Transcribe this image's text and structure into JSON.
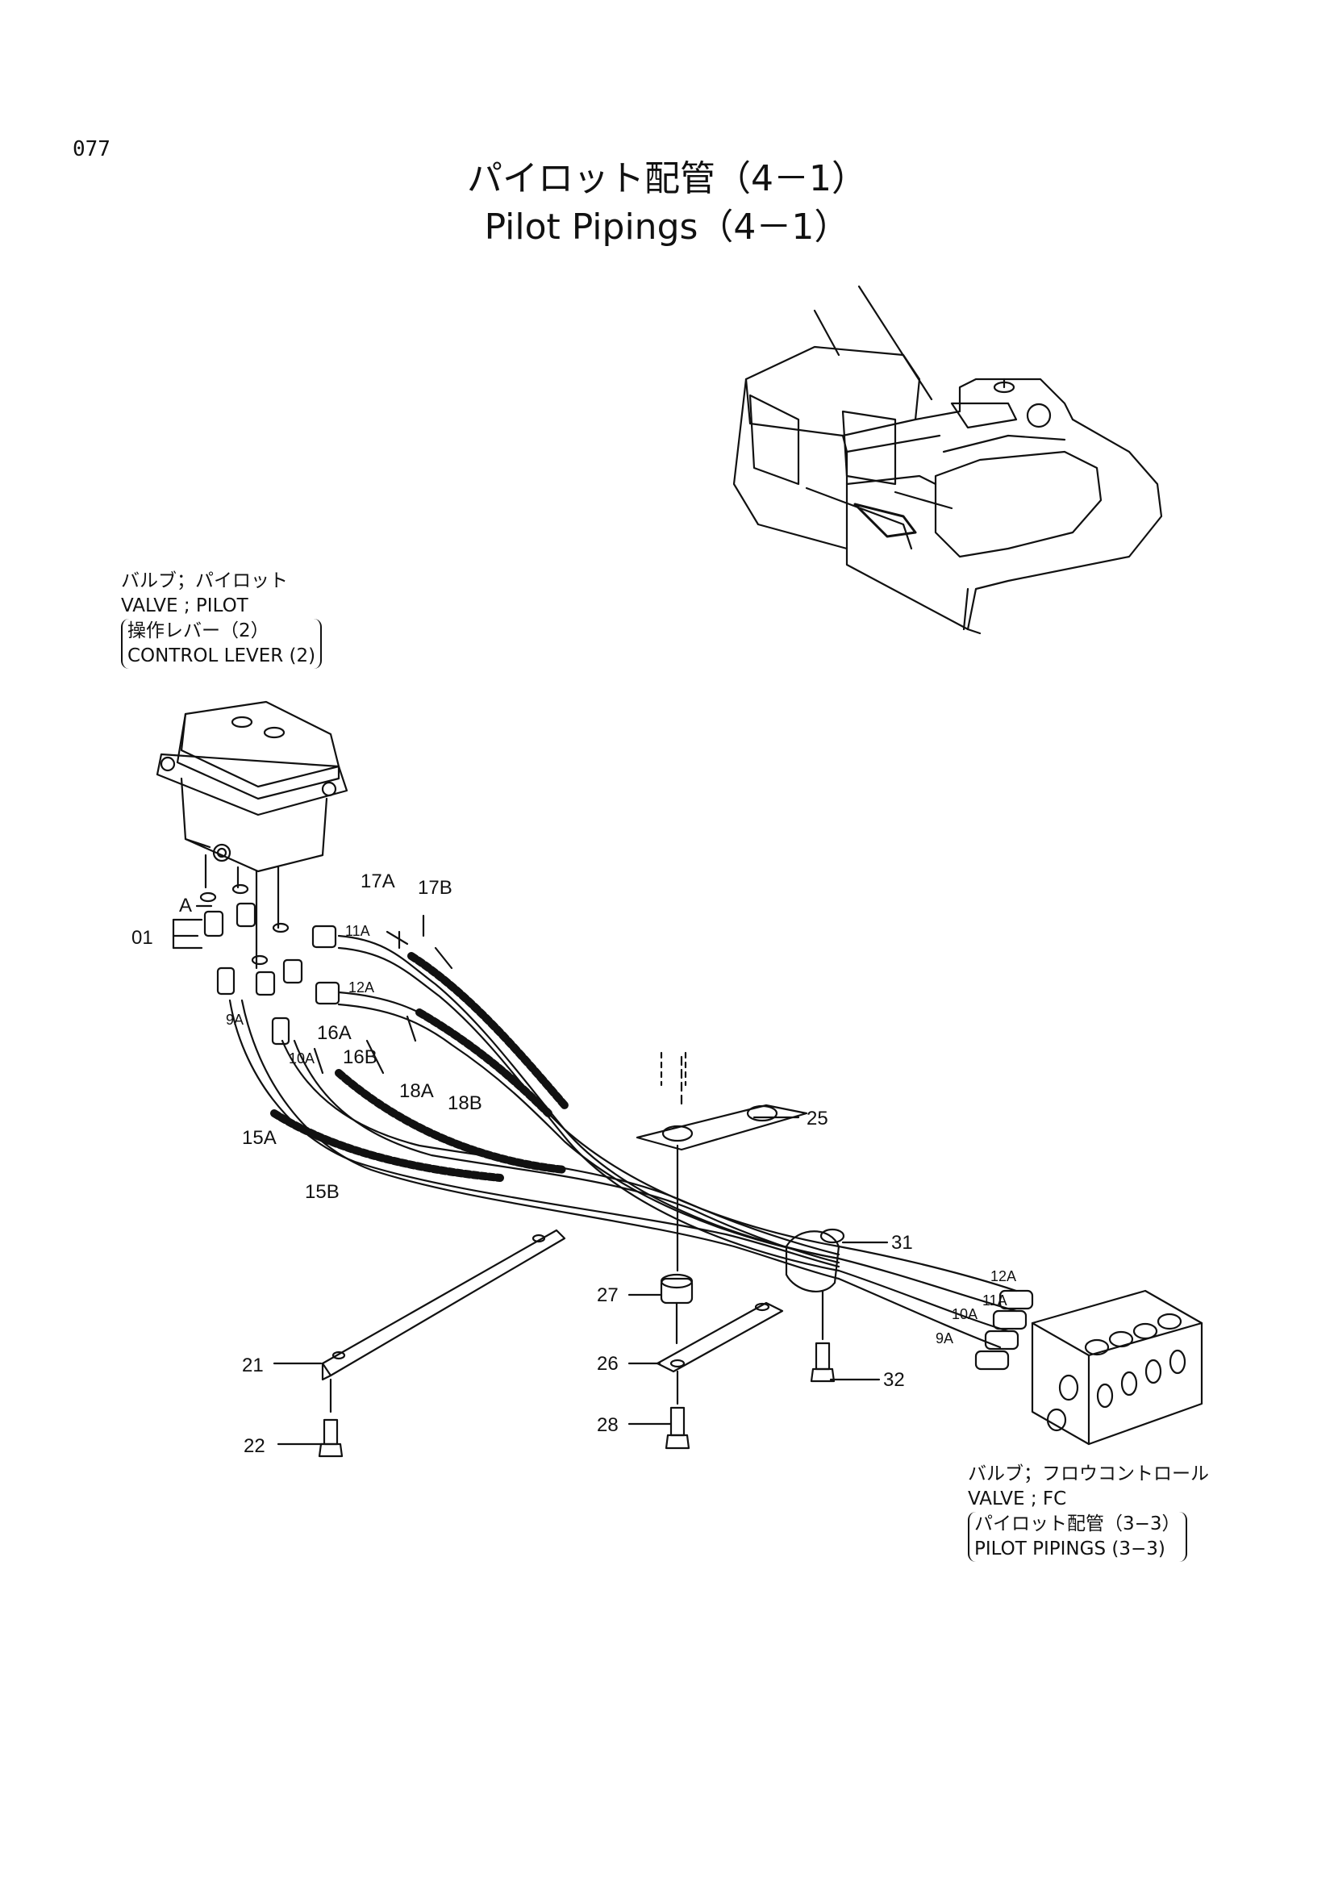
{
  "page": {
    "number": "077"
  },
  "title": {
    "jp": "パイロット配管（4－1）",
    "en": "Pilot Pipings（4－1）"
  },
  "notes": {
    "pilot_valve": {
      "line1": "バルブ；パイロット",
      "line2": "VALVE ; PILOT",
      "ref_jp": "操作レバー（2）",
      "ref_en": "CONTROL LEVER (2)"
    },
    "fc_valve": {
      "line1": "バルブ；フロウコントロール",
      "line2": "VALVE ; FC",
      "ref_jp": "パイロット配管（3−3）",
      "ref_en": "PILOT PIPINGS (3−3)"
    }
  },
  "callouts": {
    "c01": "01",
    "cA": "A",
    "c9A_top": "9A",
    "c10A_top": "10A",
    "c11A_top": "11A",
    "c12A_top": "12A",
    "c15A": "15A",
    "c15B": "15B",
    "c16A": "16A",
    "c16B": "16B",
    "c17A": "17A",
    "c17B": "17B",
    "c18A": "18A",
    "c18B": "18B",
    "c21": "21",
    "c22": "22",
    "c25": "25",
    "c26": "26",
    "c27": "27",
    "c28": "28",
    "c31": "31",
    "c32": "32",
    "c12A_right": "12A",
    "c11A_right": "11A",
    "c10A_right": "10A",
    "c9A_right": "9A"
  }
}
